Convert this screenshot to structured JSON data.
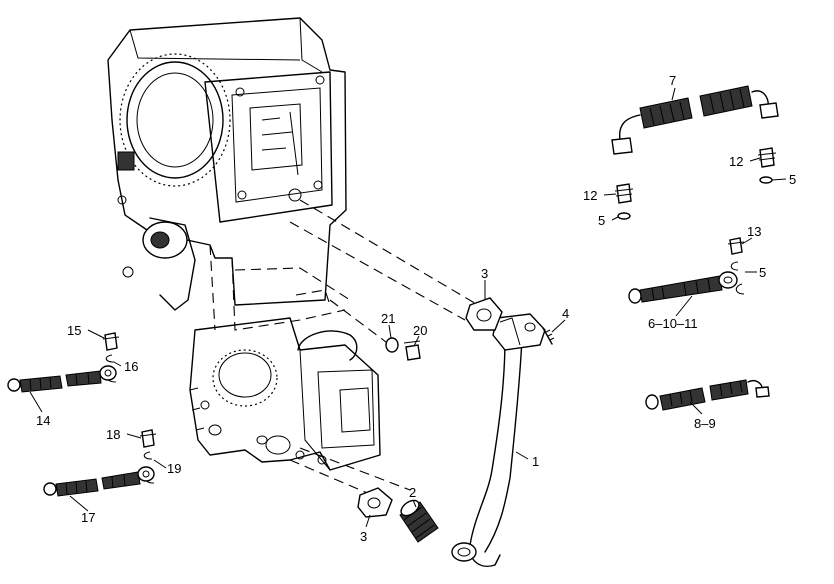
{
  "callouts": [
    {
      "id": "c1",
      "text": "1"
    },
    {
      "id": "c2",
      "text": "2"
    },
    {
      "id": "c3a",
      "text": "3"
    },
    {
      "id": "c3b",
      "text": "3"
    },
    {
      "id": "c4",
      "text": "4"
    },
    {
      "id": "c5a",
      "text": "5"
    },
    {
      "id": "c5b",
      "text": "5"
    },
    {
      "id": "c5c",
      "text": "5"
    },
    {
      "id": "c6",
      "text": "6–10–11"
    },
    {
      "id": "c7",
      "text": "7"
    },
    {
      "id": "c89",
      "text": "8–9"
    },
    {
      "id": "c12a",
      "text": "12"
    },
    {
      "id": "c12b",
      "text": "12"
    },
    {
      "id": "c13",
      "text": "13"
    },
    {
      "id": "c14",
      "text": "14"
    },
    {
      "id": "c15",
      "text": "15"
    },
    {
      "id": "c16",
      "text": "16"
    },
    {
      "id": "c17",
      "text": "17"
    },
    {
      "id": "c18",
      "text": "18"
    },
    {
      "id": "c19",
      "text": "19"
    },
    {
      "id": "c20",
      "text": "20"
    },
    {
      "id": "c21",
      "text": "21"
    }
  ]
}
